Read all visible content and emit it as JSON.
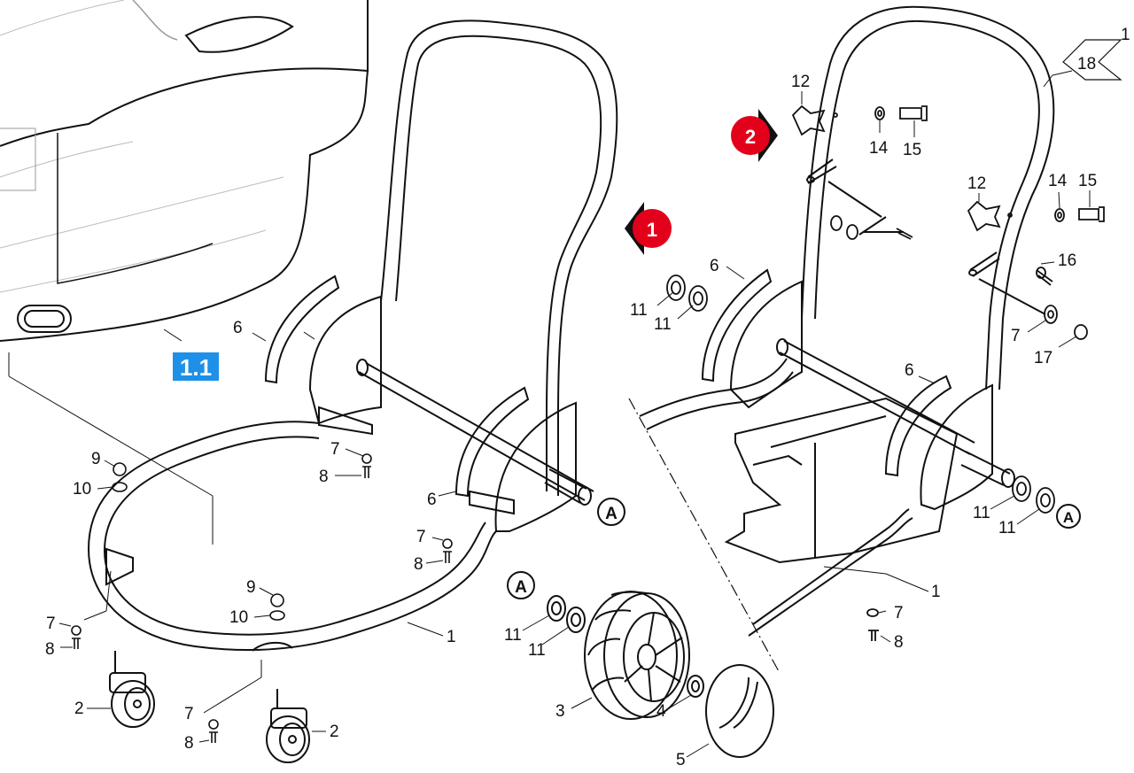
{
  "diagram": {
    "section_badge": "1.1",
    "step_markers": [
      "1",
      "2"
    ],
    "connector_letter": "A",
    "part_numbers": {
      "p1": "1",
      "p2": "2",
      "p3": "3",
      "p4": "4",
      "p5": "5",
      "p6": "6",
      "p7": "7",
      "p8": "8",
      "p9": "9",
      "p10": "10",
      "p11": "11",
      "p12": "12",
      "p14": "14",
      "p15": "15",
      "p16": "16",
      "p17": "17",
      "p18": "18"
    },
    "colors": {
      "badge_blue": "#1e90e8",
      "marker_red": "#e3001b",
      "line": "#111111"
    }
  }
}
